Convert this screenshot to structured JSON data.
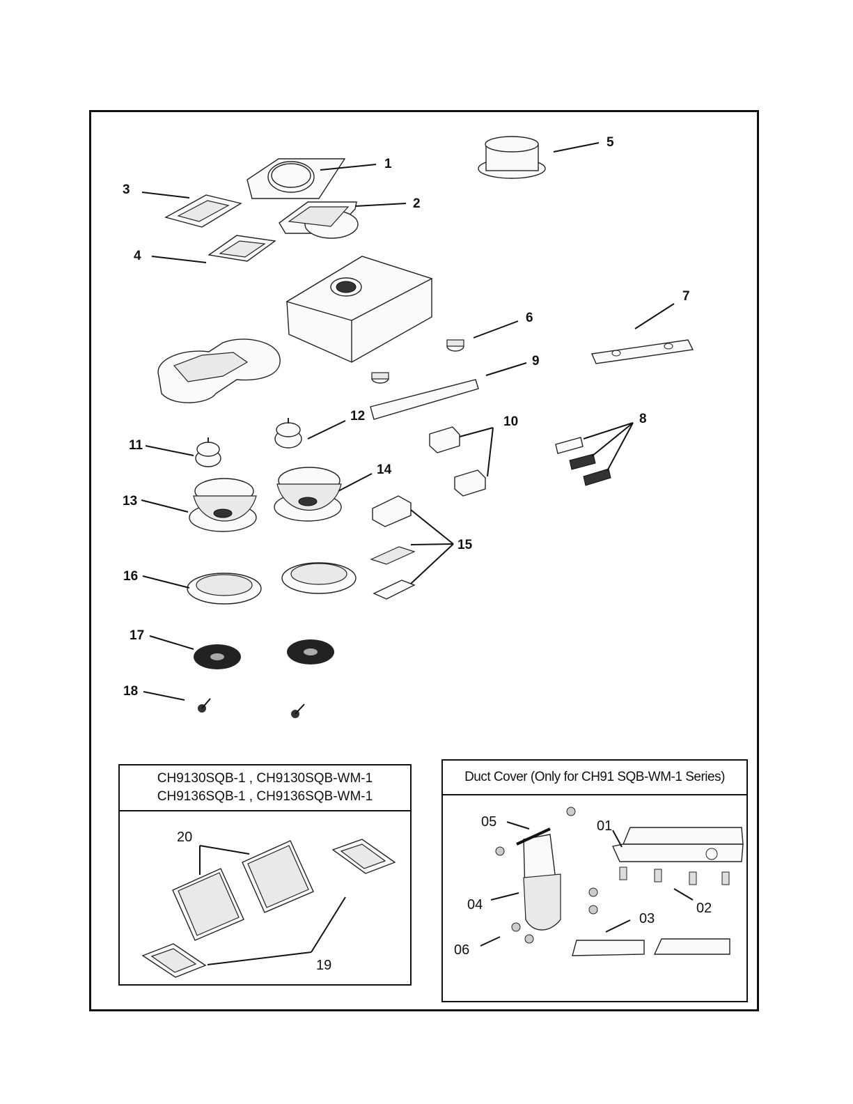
{
  "callouts": {
    "c1": "1",
    "c2": "2",
    "c3": "3",
    "c4": "4",
    "c5": "5",
    "c6": "6",
    "c7": "7",
    "c8": "8",
    "c9": "9",
    "c10": "10",
    "c11": "11",
    "c12": "12",
    "c13": "13",
    "c14": "14",
    "c15": "15",
    "c16": "16",
    "c17": "17",
    "c18": "18",
    "c19": "19",
    "c20": "20"
  },
  "filter_box": {
    "title_line1": "CH9130SQB-1 , CH9130SQB-WM-1",
    "title_line2": "CH9136SQB-1 , CH9136SQB-WM-1"
  },
  "duct_box": {
    "title": "Duct Cover (Only for CH91 SQB-WM-1 Series)",
    "callouts": {
      "d01": "01",
      "d02": "02",
      "d03": "03",
      "d04": "04",
      "d05": "05",
      "d06": "06"
    }
  }
}
